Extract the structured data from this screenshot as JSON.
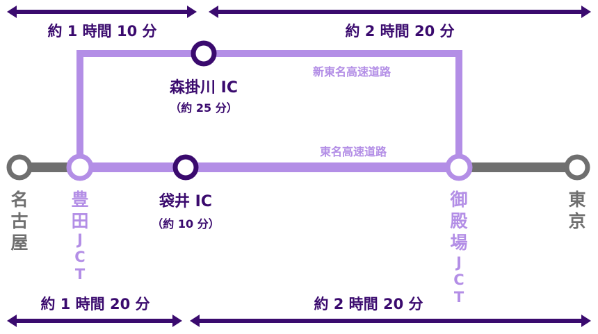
{
  "colors": {
    "dark_purple": "#3a0a6e",
    "light_purple": "#b38ee6",
    "gray": "#6f6f6f",
    "white": "#ffffff"
  },
  "durations": {
    "top_left": "約 1 時間 10 分",
    "top_right": "約 2 時間 20 分",
    "bottom_left": "約 1 時間 20 分",
    "bottom_right": "約 2 時間 20 分"
  },
  "roads": {
    "shin_tomei": "新東名高速道路",
    "tomei": "東名高速道路"
  },
  "interchanges": {
    "morikakegawa": {
      "name": "森掛川 IC",
      "time": "（約 25 分）"
    },
    "fukuroi": {
      "name": "袋井 IC",
      "time": "（約 10 分）"
    }
  },
  "nodes": {
    "nagoya": [
      "名",
      "古",
      "屋"
    ],
    "toyota_jct": [
      "豊",
      "田",
      "J",
      "C",
      "T"
    ],
    "gotemba_jct": [
      "御",
      "殿",
      "場",
      "J",
      "C",
      "T"
    ],
    "tokyo": [
      "東",
      "京"
    ]
  }
}
